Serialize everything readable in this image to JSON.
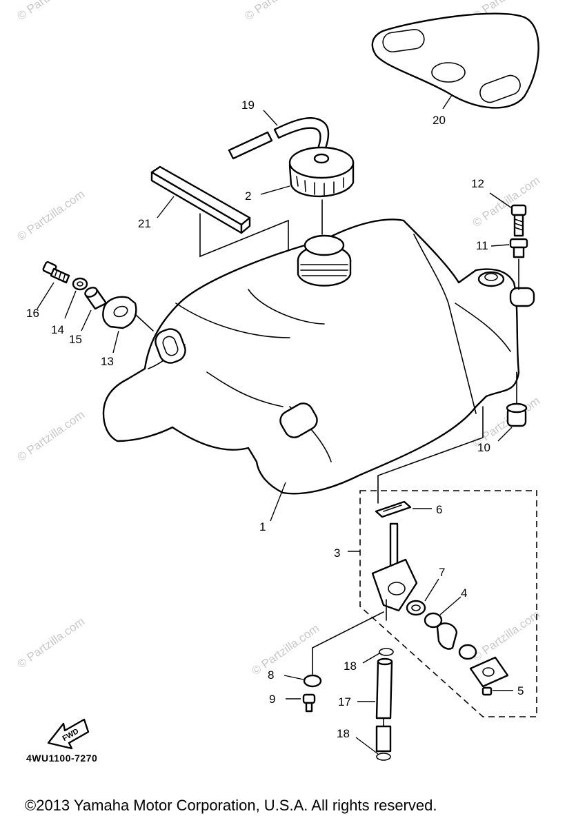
{
  "diagram": {
    "ref_code": "4WU1100-7270",
    "copyright": "©2013 Yamaha Motor Corporation, U.S.A. All rights reserved.",
    "fwd_label": "FWD",
    "watermark": "© Partzilla.com",
    "callouts": {
      "c1": "1",
      "c2": "2",
      "c3": "3",
      "c4": "4",
      "c5": "5",
      "c6": "6",
      "c7": "7",
      "c8": "8",
      "c9": "9",
      "c10": "10",
      "c11": "11",
      "c12": "12",
      "c13": "13",
      "c14": "14",
      "c15": "15",
      "c16": "16",
      "c17": "17",
      "c18a": "18",
      "c18b": "18",
      "c19": "19",
      "c20": "20",
      "c21": "21"
    }
  }
}
